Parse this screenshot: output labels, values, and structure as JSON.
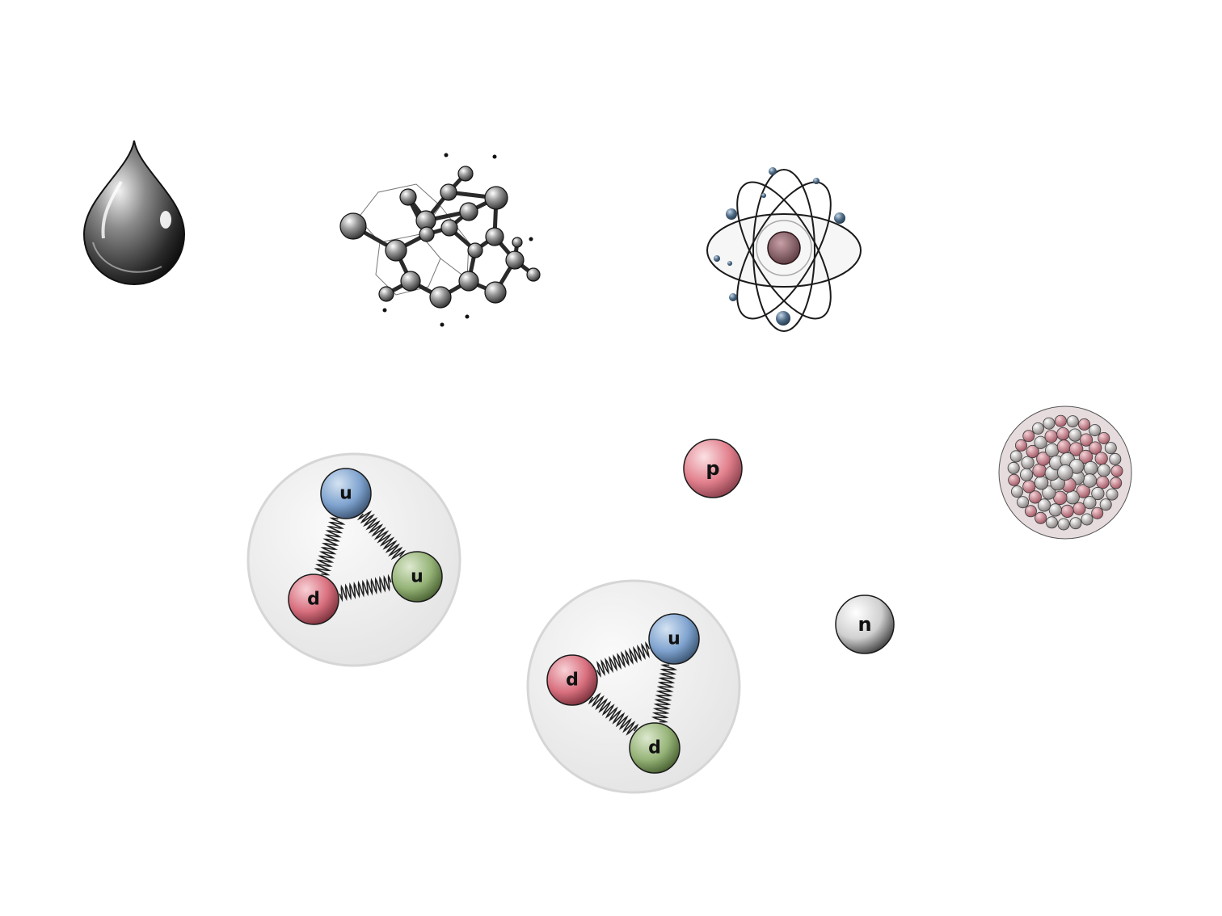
{
  "colors": {
    "background": "#ffffff",
    "quark_up": "#7fa3cf",
    "quark_down": "#d9707f",
    "quark_green": "#95b377",
    "proton": "#e2808d",
    "neutron": "#d9d9d9",
    "hadron_bag": "#ebebeb",
    "electron": "#4e6b86"
  },
  "icons": [
    "water-drop-icon",
    "molecule-icon",
    "atom-icon",
    "nucleus-icon"
  ],
  "proton_quarks": [
    "u",
    "d",
    "u"
  ],
  "neutron_quarks": [
    "u",
    "d",
    "d"
  ],
  "proton_label": "p",
  "neutron_label": "n"
}
